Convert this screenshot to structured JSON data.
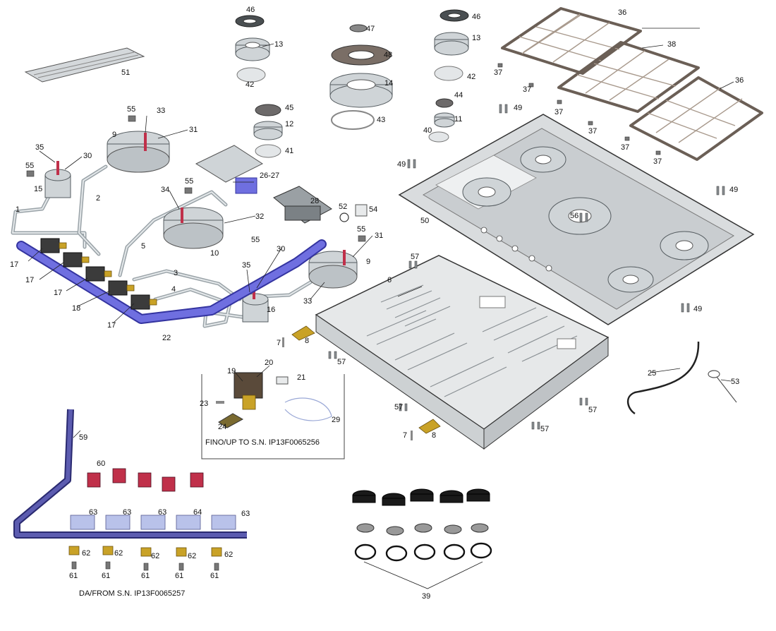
{
  "labels": {
    "p1": "1",
    "p2": "2",
    "p3": "3",
    "p4": "4",
    "p5": "5",
    "p6": "6",
    "p7a": "7",
    "p7b": "7",
    "p8a": "8",
    "p8b": "8",
    "p9a": "9",
    "p9b": "9",
    "p10": "10",
    "p11": "11",
    "p12": "12",
    "p13a": "13",
    "p13b": "13",
    "p14": "14",
    "p15": "15",
    "p16": "16",
    "p17a": "17",
    "p17b": "17",
    "p17c": "17",
    "p17d": "17",
    "p18": "18",
    "p19": "19",
    "p20": "20",
    "p21": "21",
    "p22": "22",
    "p23": "23",
    "p24": "24",
    "p25": "25",
    "p26": "26-27",
    "p28": "28",
    "p29": "29",
    "p30a": "30",
    "p30b": "30",
    "p31a": "31",
    "p31b": "31",
    "p32": "32",
    "p33a": "33",
    "p33b": "33",
    "p34": "34",
    "p35a": "35",
    "p35b": "35",
    "p36a": "36",
    "p36b": "36",
    "p37a": "37",
    "p37b": "37",
    "p37c": "37",
    "p37d": "37",
    "p37e": "37",
    "p37f": "37",
    "p38": "38",
    "p39": "39",
    "p40": "40",
    "p41": "41",
    "p42a": "42",
    "p42b": "42",
    "p43": "43",
    "p44": "44",
    "p45": "45",
    "p46a": "46",
    "p46b": "46",
    "p47": "47",
    "p48": "48",
    "p49a": "49",
    "p49b": "49",
    "p49c": "49",
    "p49d": "49",
    "p50": "50",
    "p51": "51",
    "p52": "52",
    "p53": "53",
    "p54": "54",
    "p55a": "55",
    "p55b": "55",
    "p55c": "55",
    "p55d": "55",
    "p55e": "55",
    "p56": "56",
    "p57a": "57",
    "p57b": "57",
    "p57c": "57",
    "p57d": "57",
    "p57e": "57",
    "p59": "59",
    "p60": "60",
    "p61a": "61",
    "p61b": "61",
    "p61c": "61",
    "p61d": "61",
    "p61e": "61",
    "p62a": "62",
    "p62b": "62",
    "p62c": "62",
    "p62d": "62",
    "p62e": "62",
    "p63a": "63",
    "p63b": "63",
    "p63c": "63",
    "p63d": "63",
    "p64": "64"
  },
  "captions": {
    "upto": "FINO/UP TO S.N. IP13F0065256",
    "from": "DA/FROM  S.N. IP13F0065257"
  },
  "colors": {
    "manifold_blue": "#6f6fe0",
    "grate_brown": "#6b5f56",
    "valve_brass": "#c9a227",
    "thermocouple_red": "#c0304a",
    "steel_grey": "#cfd4d7"
  }
}
